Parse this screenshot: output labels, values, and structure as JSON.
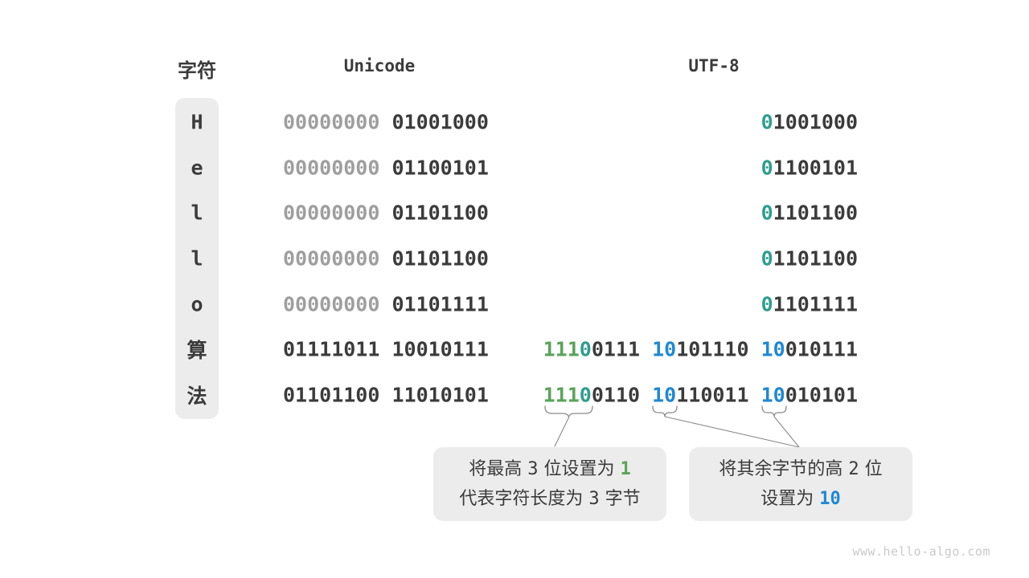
{
  "header": {
    "character": "字符",
    "unicode": "Unicode",
    "utf8": "UTF-8"
  },
  "rows": [
    {
      "char": "H",
      "unicode": [
        [
          "00000000",
          "gray"
        ],
        [
          " 01001000",
          "dark"
        ]
      ],
      "utf8": [
        [
          "0",
          "teal"
        ],
        [
          "1001000",
          "dark"
        ]
      ]
    },
    {
      "char": "e",
      "unicode": [
        [
          "00000000",
          "gray"
        ],
        [
          " 01100101",
          "dark"
        ]
      ],
      "utf8": [
        [
          "0",
          "teal"
        ],
        [
          "1100101",
          "dark"
        ]
      ]
    },
    {
      "char": "l",
      "unicode": [
        [
          "00000000",
          "gray"
        ],
        [
          " 01101100",
          "dark"
        ]
      ],
      "utf8": [
        [
          "0",
          "teal"
        ],
        [
          "1101100",
          "dark"
        ]
      ]
    },
    {
      "char": "l",
      "unicode": [
        [
          "00000000",
          "gray"
        ],
        [
          " 01101100",
          "dark"
        ]
      ],
      "utf8": [
        [
          "0",
          "teal"
        ],
        [
          "1101100",
          "dark"
        ]
      ]
    },
    {
      "char": "o",
      "unicode": [
        [
          "00000000",
          "gray"
        ],
        [
          " 01101111",
          "dark"
        ]
      ],
      "utf8": [
        [
          "0",
          "teal"
        ],
        [
          "1101111",
          "dark"
        ]
      ]
    },
    {
      "char": "算",
      "unicode": [
        [
          "01111011 10010111",
          "dark"
        ]
      ],
      "utf8": [
        [
          "111",
          "green"
        ],
        [
          "0",
          "teal"
        ],
        [
          "0111 ",
          "dark"
        ],
        [
          "10",
          "blue"
        ],
        [
          "101110 ",
          "dark"
        ],
        [
          "10",
          "blue"
        ],
        [
          "010111",
          "dark"
        ]
      ]
    },
    {
      "char": "法",
      "unicode": [
        [
          "01101100 11010101",
          "dark"
        ]
      ],
      "utf8": [
        [
          "111",
          "green"
        ],
        [
          "0",
          "teal"
        ],
        [
          "0110 ",
          "dark"
        ],
        [
          "10",
          "blue"
        ],
        [
          "110011 ",
          "dark"
        ],
        [
          "10",
          "blue"
        ],
        [
          "010101",
          "dark"
        ]
      ]
    }
  ],
  "callouts": {
    "left": {
      "lines": [
        [
          [
            "将最高 ",
            "text"
          ],
          [
            "3",
            "num"
          ],
          [
            " 位设置为 ",
            "text"
          ],
          [
            "1",
            "green"
          ]
        ],
        [
          [
            "代表字符长度为 ",
            "text"
          ],
          [
            "3",
            "num"
          ],
          [
            " 字节",
            "text"
          ]
        ]
      ]
    },
    "right": {
      "lines": [
        [
          [
            "将其余字节的高 ",
            "text"
          ],
          [
            "2",
            "num"
          ],
          [
            " 位",
            "text"
          ]
        ],
        [
          [
            "设置为 ",
            "text"
          ],
          [
            "10",
            "blue"
          ]
        ]
      ]
    }
  },
  "watermark": "www.hello-algo.com",
  "colors": {
    "dark": "#3b3b3b",
    "gray": "#9e9e9e",
    "teal": "#2e9d8f",
    "green": "#5aa35a",
    "blue": "#1f88d4",
    "box_bg": "#ececec",
    "line": "#8a8a8a",
    "watermark": "#c9c9c9"
  }
}
